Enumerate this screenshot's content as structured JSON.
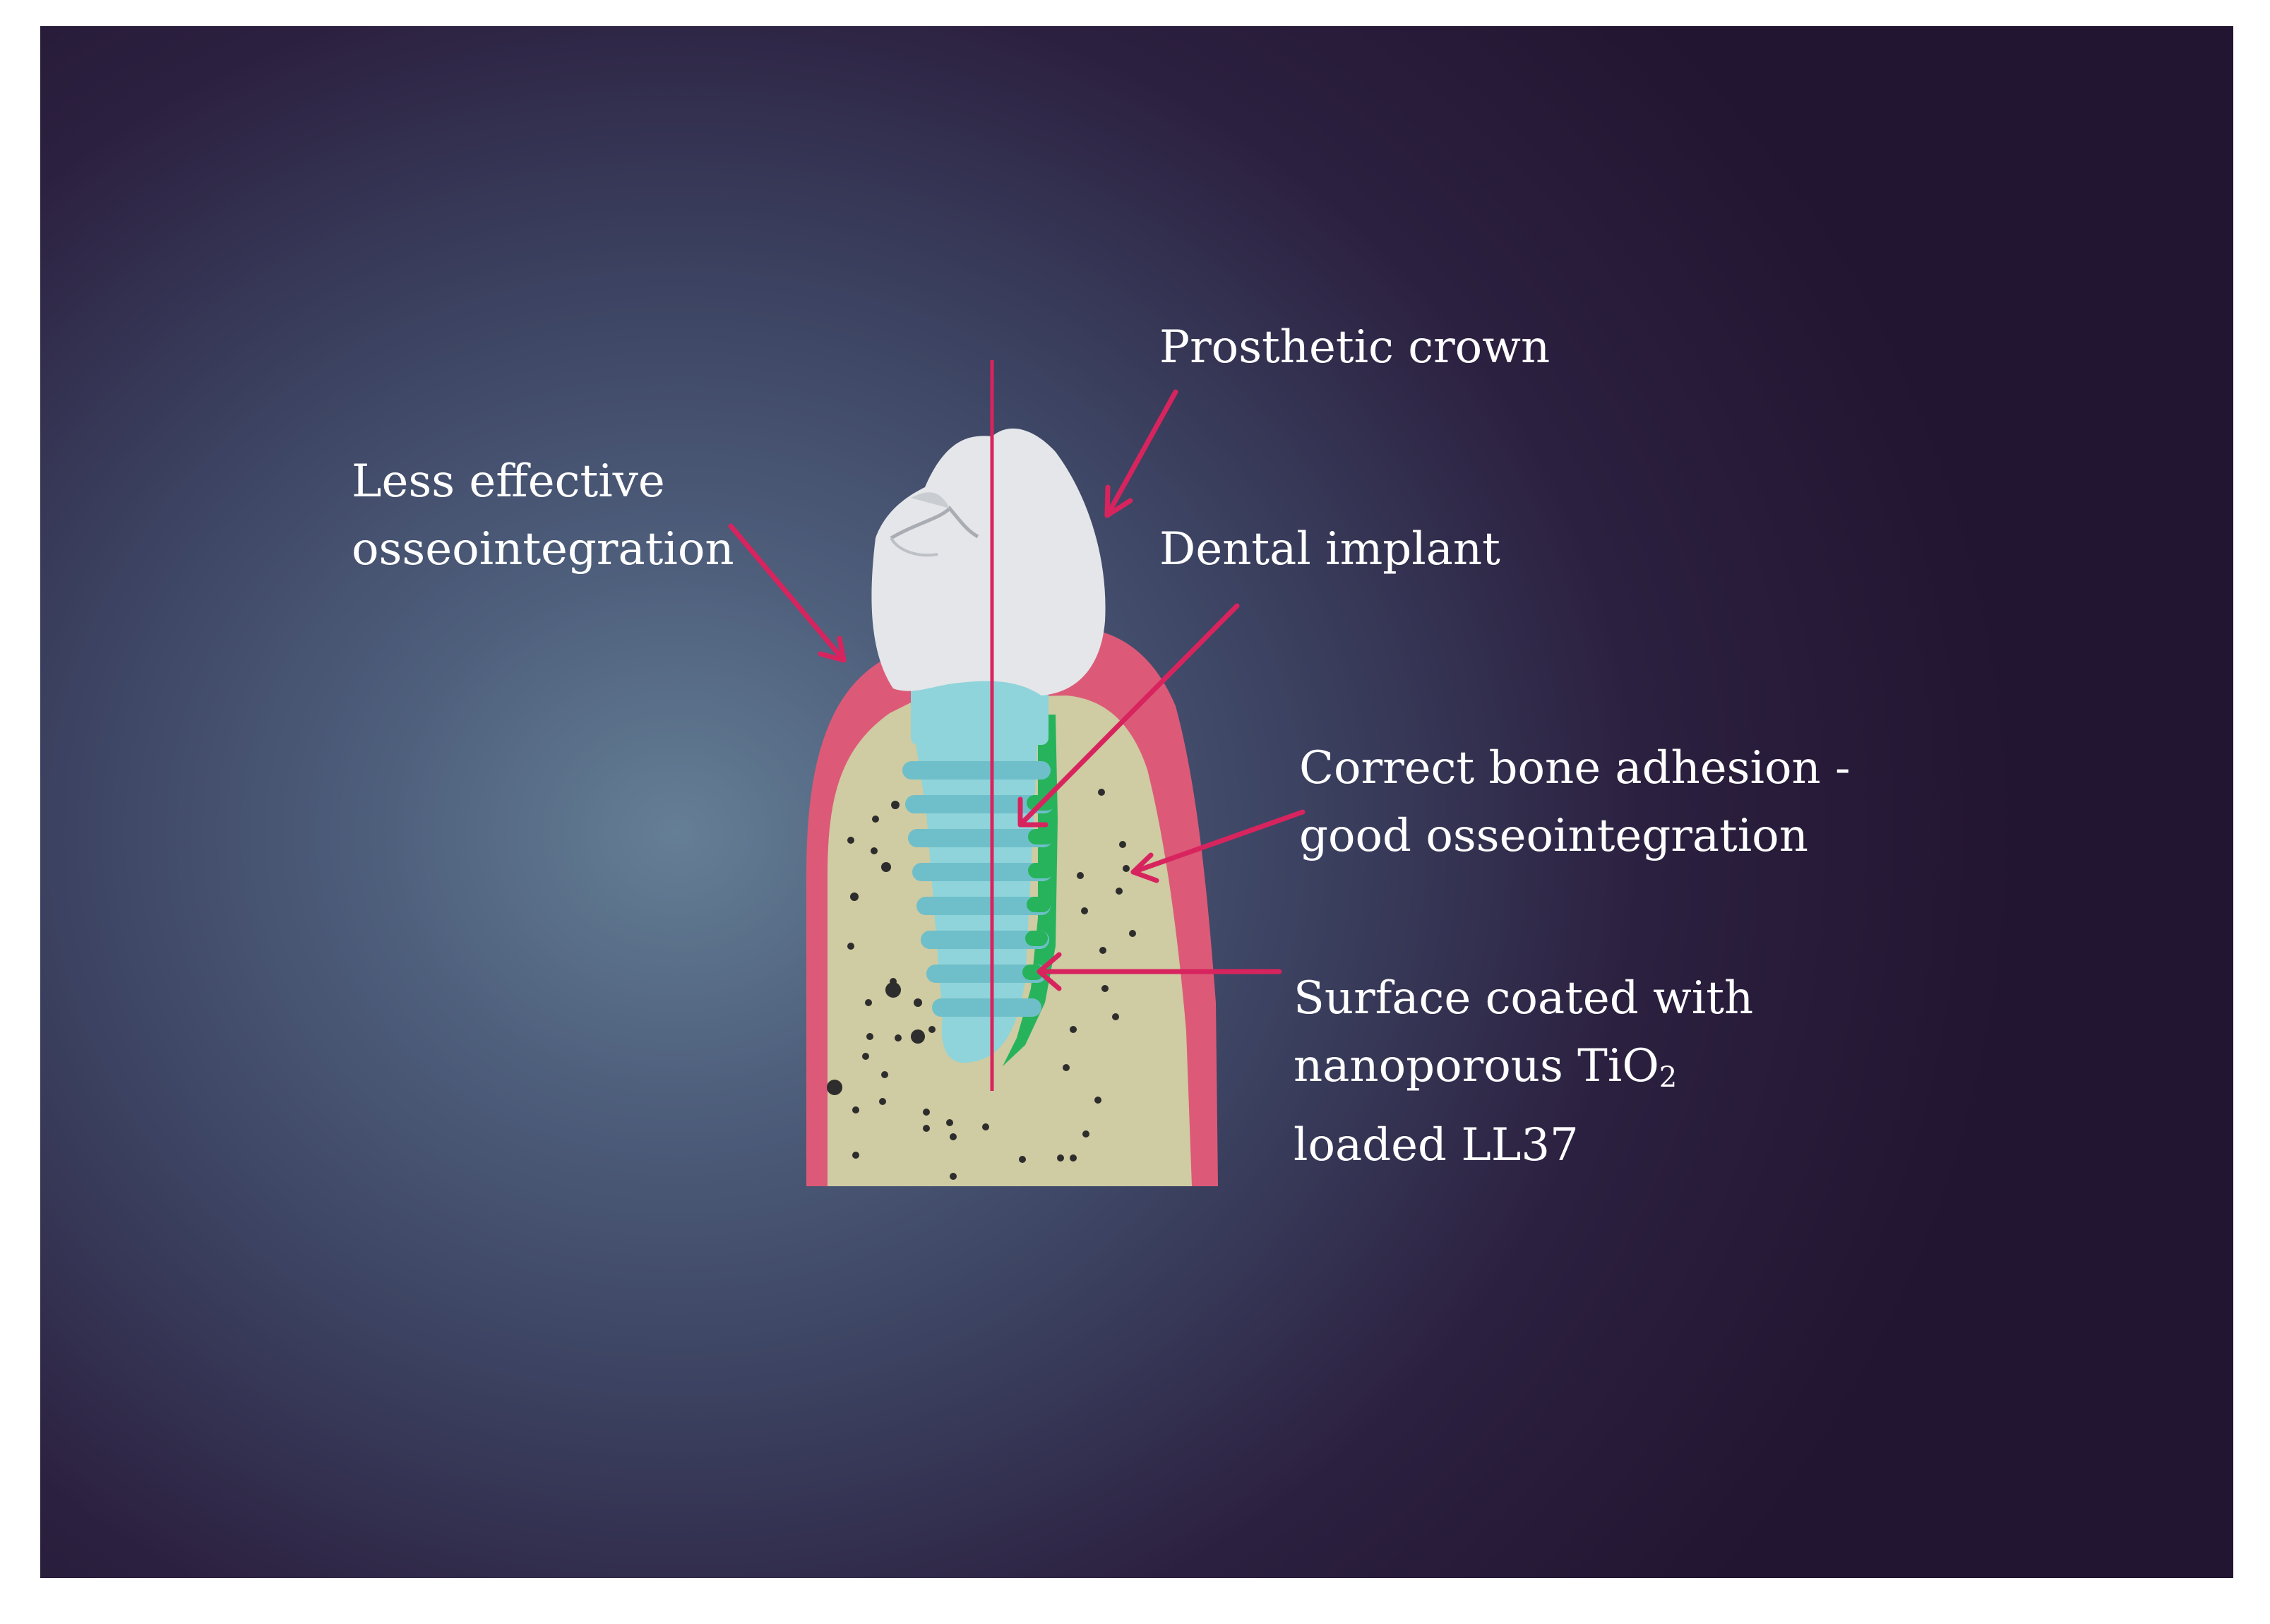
{
  "colors": {
    "gum": "#dc5a78",
    "bone": "#cfcba2",
    "implant": "#8fd4da",
    "implant_thread": "#6fbfca",
    "coating": "#27b35c",
    "crown": "#e4e6e9",
    "arrow": "#d8245e",
    "text": "#ffffff"
  },
  "labels": {
    "crown": "Prosthetic crown",
    "less_effective": {
      "line1": "Less effective",
      "line2": "osseointegration"
    },
    "implant": "Dental implant",
    "correct_adhesion": {
      "line1": "Correct bone adhesion -",
      "line2": "good osseointegration"
    },
    "surface": {
      "line1": "Surface coated with",
      "line2a": "nanoporous TiO",
      "line2sub": "2",
      "line3": "loaded LL37"
    }
  }
}
